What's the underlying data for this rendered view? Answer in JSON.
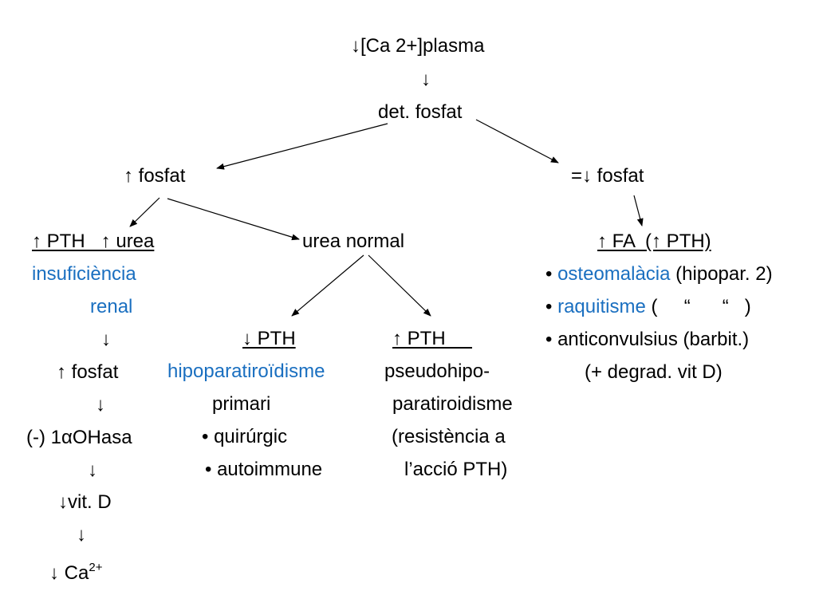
{
  "nodes": {
    "root": "↓[Ca 2+]plasma",
    "root_arrow": "↓",
    "det": "det. fosfat",
    "high_phosphate": "↑ fosfat",
    "normal_low_phosphate": "=↓ fosfat",
    "pth_urea": "↑ PTH   ↑ urea",
    "renal_1": "insuficiència",
    "renal_2": "renal",
    "renal_arrow_1": "↓",
    "renal_phosphate": "↑ fosfat",
    "renal_arrow_2": "↓",
    "renal_enzyme": "(-) 1αOHasa",
    "renal_arrow_3": "↓",
    "renal_vitd": "↓vit. D",
    "renal_arrow_4": "↓",
    "renal_ca": "↓ Ca",
    "renal_ca_sup": "2+",
    "urea_normal": "urea normal",
    "low_pth": "↓ PTH",
    "hypo_title": "hipoparatiroïdisme",
    "hypo_sub": "primari",
    "hypo_item_1": "• quirúrgic",
    "hypo_item_2": "• autoimmune",
    "high_pth": "↑ PTH     ",
    "pseudo_1": "pseudohipo-",
    "pseudo_2": "paratiroidisme",
    "pseudo_3": "(resistència a",
    "pseudo_4": "l’acció PTH)",
    "fa_pth": "↑ FA  (↑ PTH)",
    "osteo_bullet": "• ",
    "osteo": "osteomalàcia",
    "osteo_note": " (hipopar. 2)",
    "raq_bullet": "• ",
    "raq": "raquitisme",
    "raq_note": " (     “      “   )",
    "anticonv": "• anticonvulsius (barbit.)",
    "degrad": "(+ degrad. vit D)"
  },
  "colors": {
    "highlight": "#1a6fc0",
    "text": "#000000"
  }
}
